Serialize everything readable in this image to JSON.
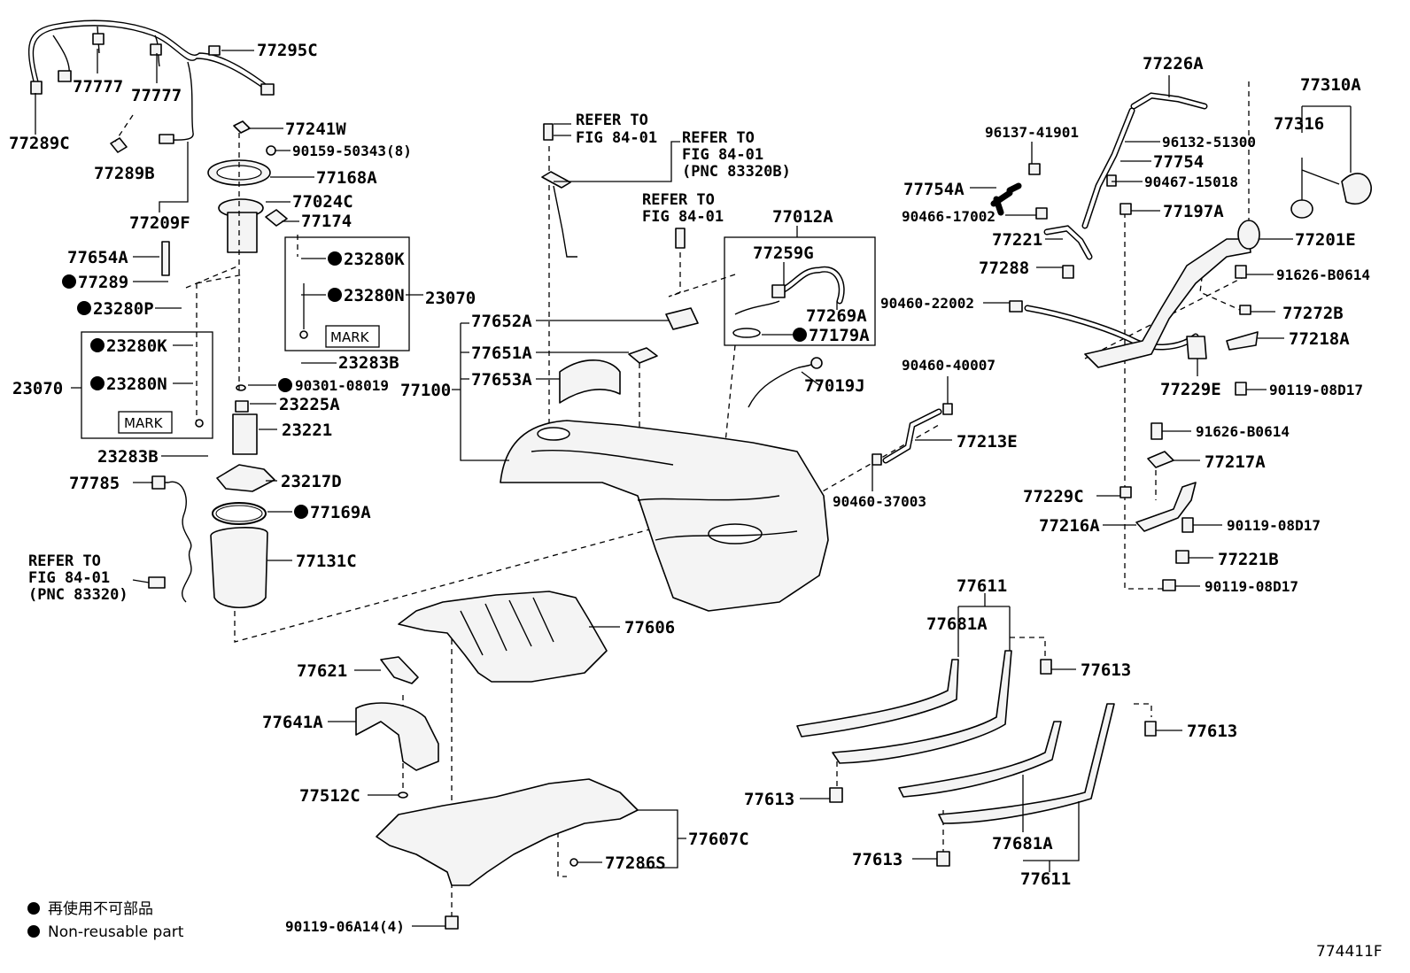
{
  "figure_id": "774411F",
  "legend": {
    "line1": "再使用不可部品",
    "line2": "Non-reusable part"
  },
  "mark_label": "MARK",
  "refs": {
    "fig_a_line1": "REFER TO",
    "fig_a_line2": "FIG 84-01",
    "fig_b_line1": "REFER TO",
    "fig_b_line2": "FIG 84-01",
    "fig_b_line3": "(PNC 83320B)",
    "fig_c_line1": "REFER TO",
    "fig_c_line2": "FIG 84-01",
    "fig_d_line1": "REFER TO",
    "fig_d_line2": "FIG 84-01",
    "fig_d_line3": "(PNC 83320)"
  },
  "labels": {
    "p77295C": "77295C",
    "p77777a": "77777",
    "p77777b": "77777",
    "p77289C": "77289C",
    "p77289B": "77289B",
    "p77209F": "77209F",
    "p77241W": "77241W",
    "p90159": "90159-50343(8)",
    "p77168A": "77168A",
    "p77024C": "77024C",
    "p77174": "77174",
    "p77654A": "77654A",
    "p77289": "77289",
    "p23280P": "23280P",
    "p23280K_r": "23280K",
    "p23280N_r": "23280N",
    "p23070_r": "23070",
    "p23283B_top": "23283B",
    "p23280K_l": "23280K",
    "p23280N_l": "23280N",
    "p23070_l": "23070",
    "p90301": "90301-08019",
    "p23225A": "23225A",
    "p23221": "23221",
    "p23283B_bot": "23283B",
    "p77785": "77785",
    "p23217D": "23217D",
    "p77169A": "77169A",
    "p77131C": "77131C",
    "p77652A": "77652A",
    "p77651A": "77651A",
    "p77100": "77100",
    "p77653A": "77653A",
    "p77012A": "77012A",
    "p77259G": "77259G",
    "p77269A": "77269A",
    "p77179A": "77179A",
    "p77019J": "77019J",
    "p77606": "77606",
    "p77621": "77621",
    "p77641A": "77641A",
    "p77512C": "77512C",
    "p77607C": "77607C",
    "p77286S": "77286S",
    "p90119_06A14": "90119-06A14(4)",
    "p77226A": "77226A",
    "p96137": "96137-41901",
    "p96132": "96132-51300",
    "p77754": "77754",
    "p77754A": "77754A",
    "p90467": "90467-15018",
    "p90466": "90466-17002",
    "p77197A": "77197A",
    "p77221": "77221",
    "p77288": "77288",
    "p90460_22002": "90460-22002",
    "p90460_40007": "90460-40007",
    "p77213E": "77213E",
    "p90460_37003": "90460-37003",
    "p77310A": "77310A",
    "p77316": "77316",
    "p77201E": "77201E",
    "p91626_a": "91626-B0614",
    "p77272B": "77272B",
    "p77218A": "77218A",
    "p77229E": "77229E",
    "p90119_08D17_a": "90119-08D17",
    "p91626_b": "91626-B0614",
    "p77217A": "77217A",
    "p77229C": "77229C",
    "p77216A": "77216A",
    "p90119_08D17_b": "90119-08D17",
    "p77221B": "77221B",
    "p90119_08D17_c": "90119-08D17",
    "p77611_top": "77611",
    "p77681A_top": "77681A",
    "p77613_a": "77613",
    "p77613_b": "77613",
    "p77613_c": "77613",
    "p77613_d": "77613",
    "p77681A_bot": "77681A",
    "p77611_bot": "77611"
  }
}
